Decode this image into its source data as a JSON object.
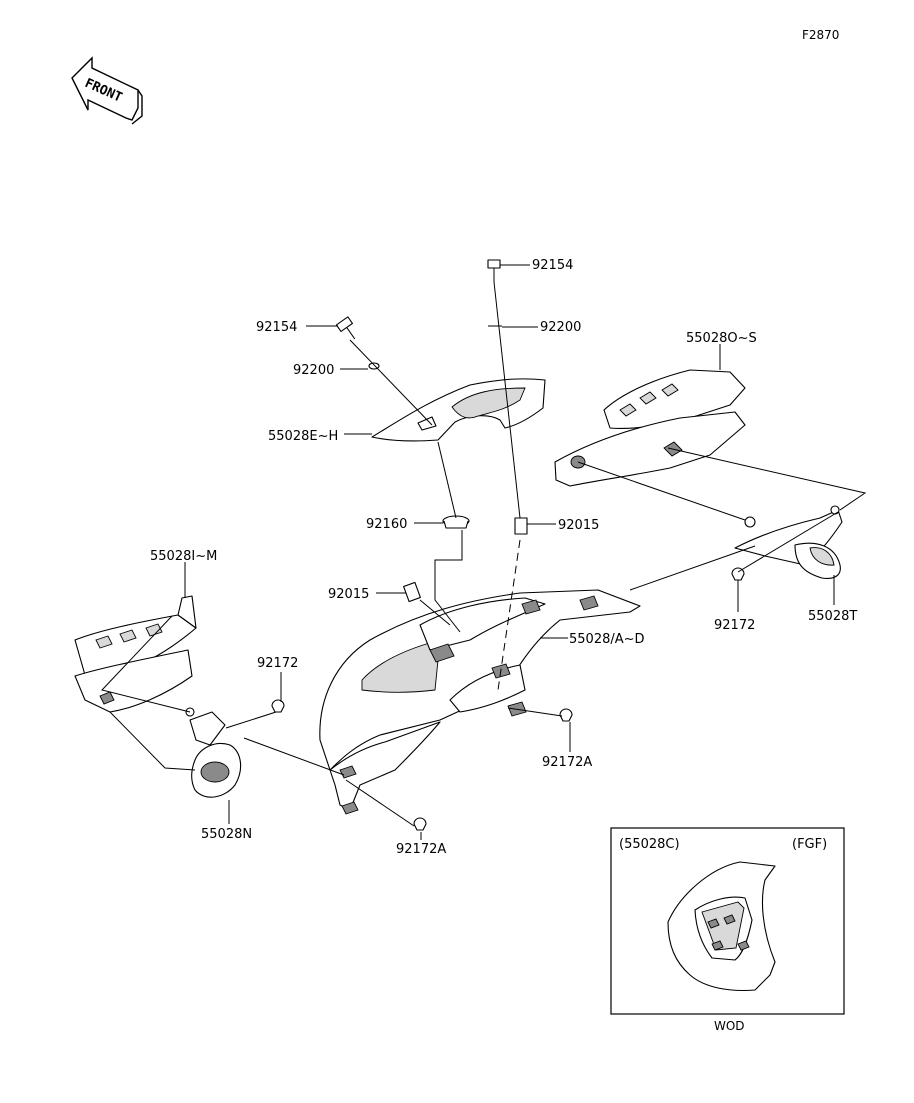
{
  "diagram_id": "F2870",
  "front_arrow": {
    "label": "FRONT",
    "icon": "front-arrow-icon"
  },
  "callouts": {
    "bolt_top": "92154",
    "washer_top": "92200",
    "bolt_left": "92154",
    "washer_left": "92200",
    "cover_upper": "55028E~H",
    "cover_right_upper": "55028O~S",
    "grommet": "92160",
    "nut_center": "92015",
    "nut_left": "92015",
    "cover_left": "55028I~M",
    "cowl_main": "55028/A~D",
    "screw_right": "92172",
    "cover_right_lower": "55028T",
    "screw_left": "92172",
    "screw_center": "92172A",
    "screw_bottom": "92172A",
    "cover_left_lower": "55028N"
  },
  "inset": {
    "part": "(55028C)",
    "variant": "(FGF)",
    "caption": "WOD"
  }
}
